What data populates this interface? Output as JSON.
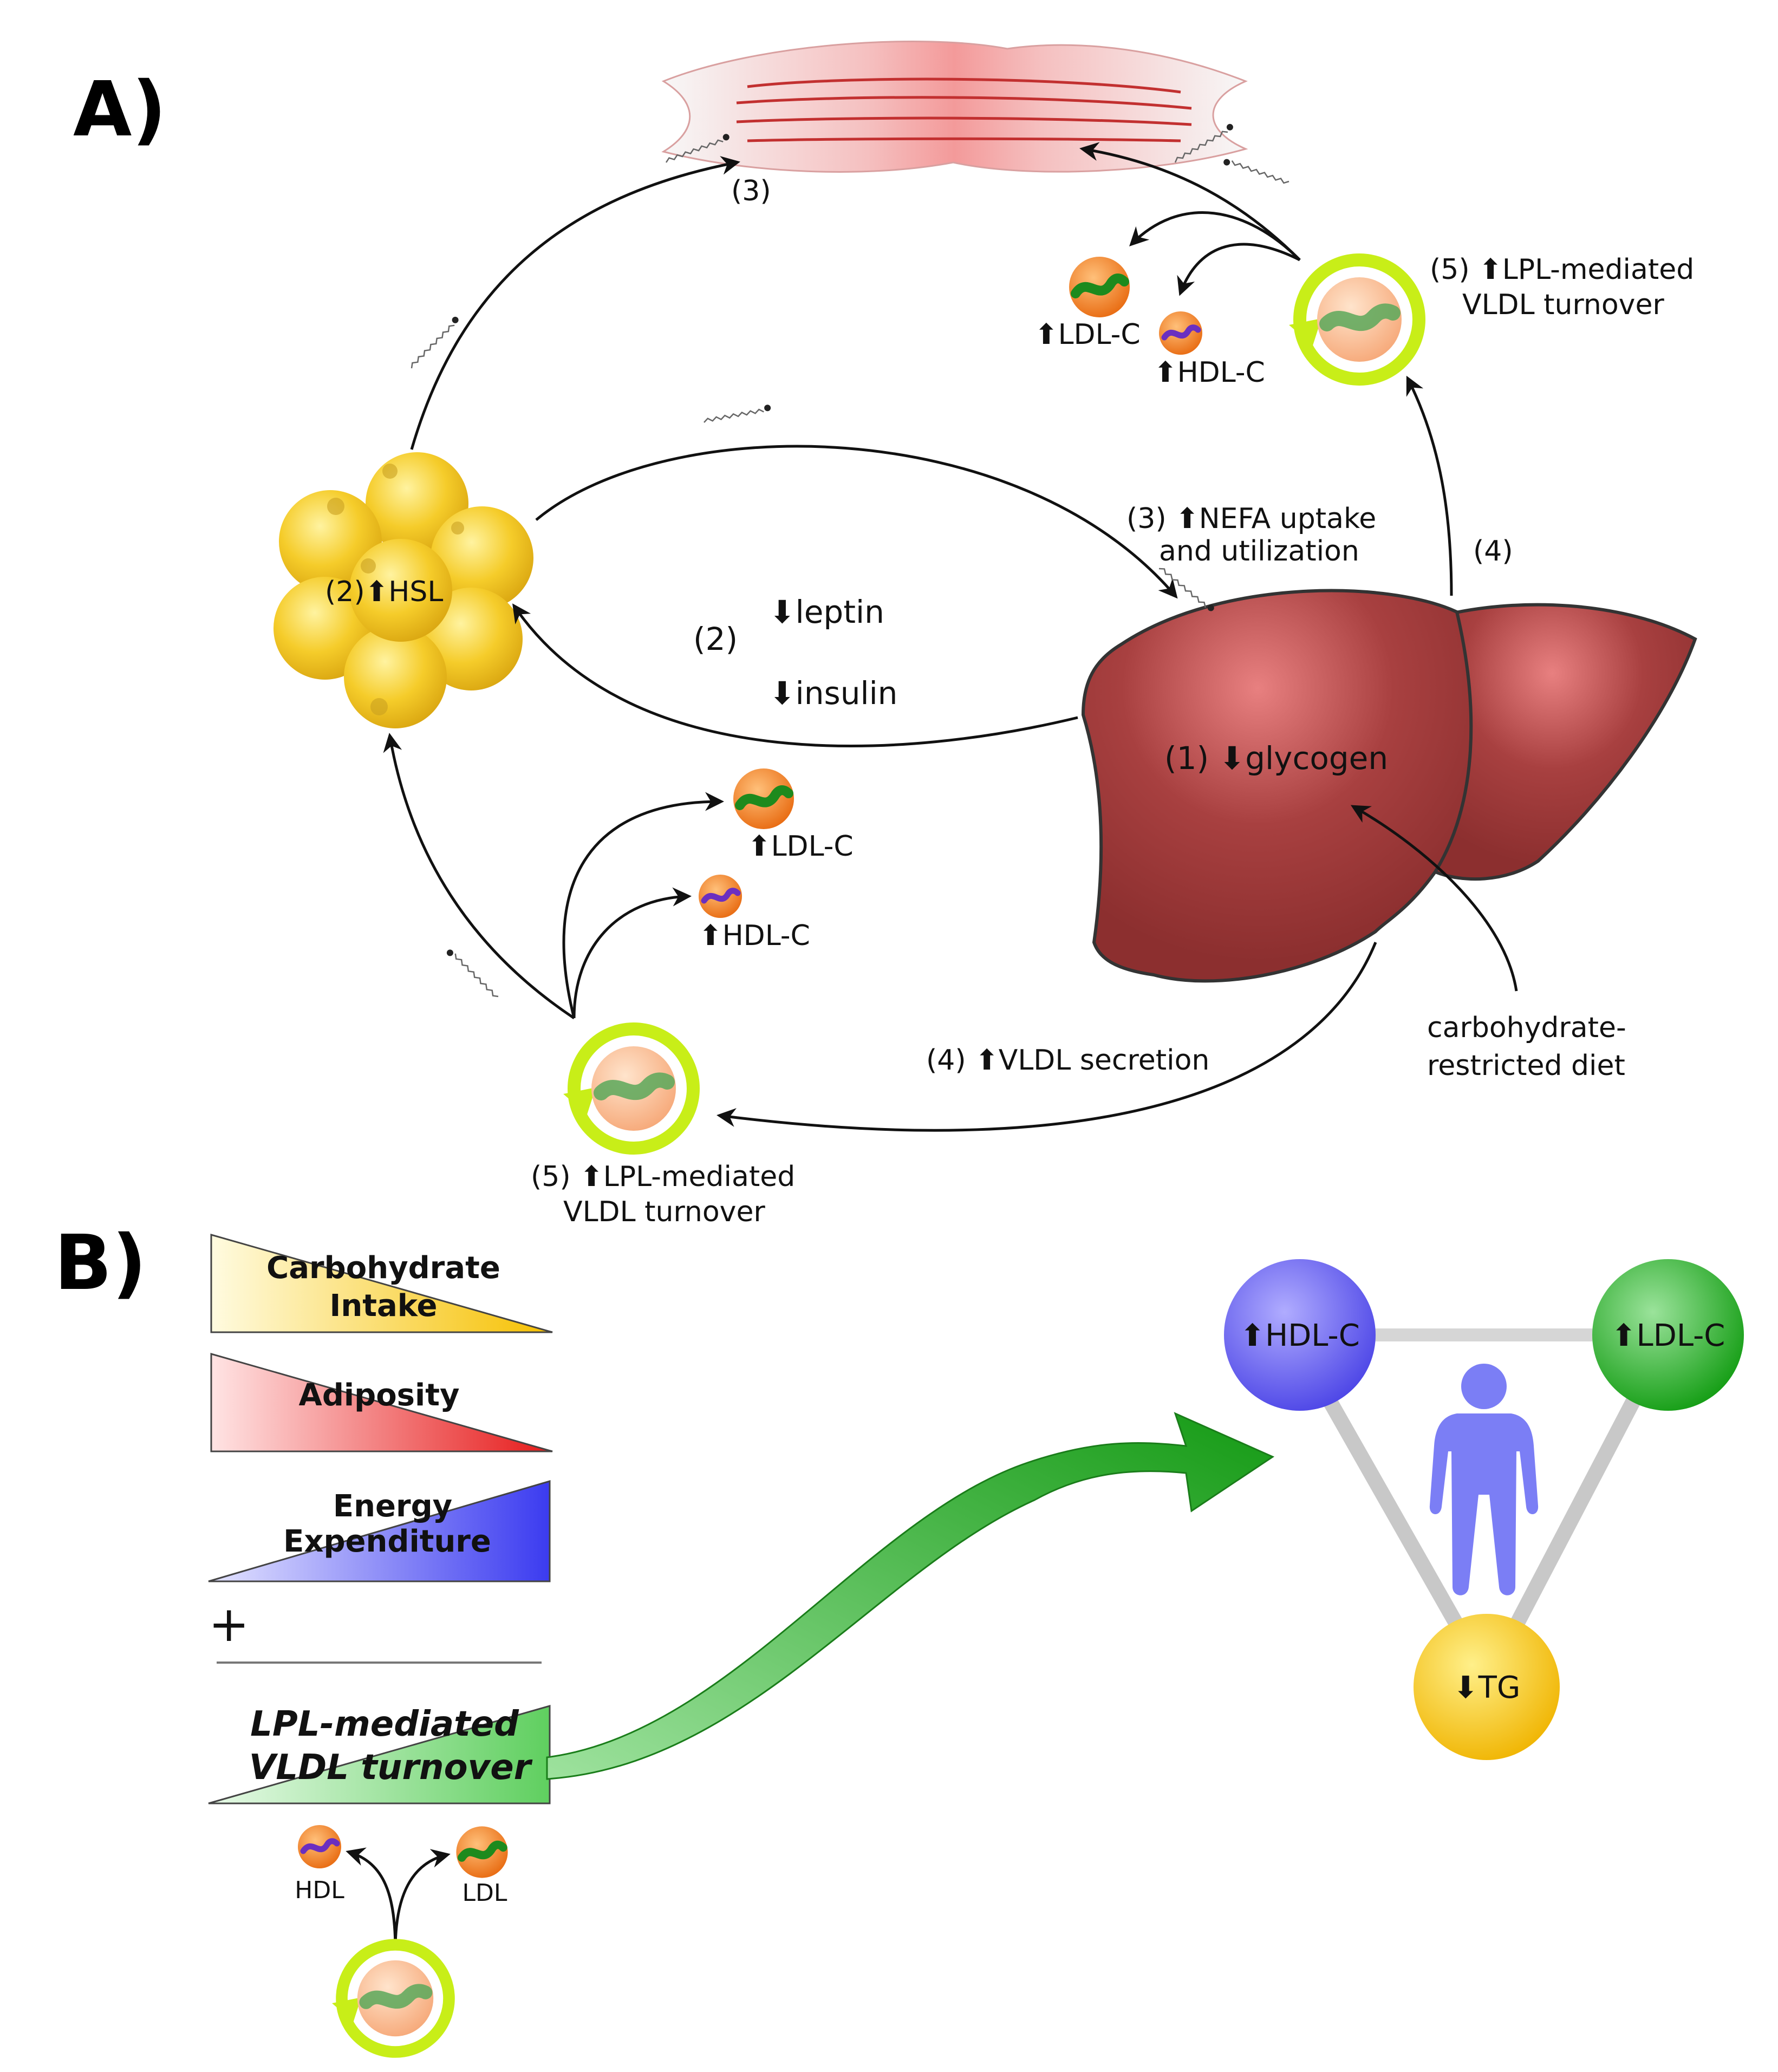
{
  "panels": {
    "a_label": "A)",
    "b_label": "B)"
  },
  "panel_a": {
    "muscle_step": "(3)",
    "hsl_label": "(2)⬆HSL",
    "nefa_line1": "(3) ⬆NEFA uptake",
    "nefa_line2": "and utilization",
    "leptin": "⬇leptin",
    "step2": "(2)",
    "insulin": "⬇insulin",
    "glycogen": "(1) ⬇glycogen",
    "step4_top": "(4)",
    "lpl_top_line1": "(5) ⬆LPL-mediated",
    "lpl_top_line2": "VLDL turnover",
    "ldl_top": "⬆LDL-C",
    "hdl_top": "⬆HDL-C",
    "ldl_bottom": "⬆LDL-C",
    "hdl_bottom": "⬆HDL-C",
    "vldl_secretion": "(4) ⬆VLDL secretion",
    "lpl_bottom_line1": "(5) ⬆LPL-mediated",
    "lpl_bottom_line2": "VLDL turnover",
    "diet_line1": "carbohydrate-",
    "diet_line2": "restricted diet"
  },
  "panel_b": {
    "carb_line1": "Carbohydrate",
    "carb_line2": "Intake",
    "adiposity": "Adiposity",
    "energy_line1": "Energy",
    "energy_line2": "Expenditure",
    "plus": "+",
    "lpl_line1": "LPL-mediated",
    "lpl_line2": "VLDL turnover",
    "hdl_small": "HDL",
    "ldl_small": "LDL",
    "hdl_ball": "⬆HDL-C",
    "ldl_ball": "⬆LDL-C",
    "tg_ball": "⬇TG"
  },
  "colors": {
    "liver": "#9a3434",
    "fat": "#f0c020",
    "muscle": "#f2b8b8",
    "lipoprotein": "#f07a1e",
    "turnover_ring": "#c8ee18",
    "hdl_ball": "#6a60f0",
    "ldl_ball": "#2ca02c",
    "tg_ball": "#f2c20c",
    "green_arrow": "#2aa82a",
    "human": "#7b7ef5"
  }
}
